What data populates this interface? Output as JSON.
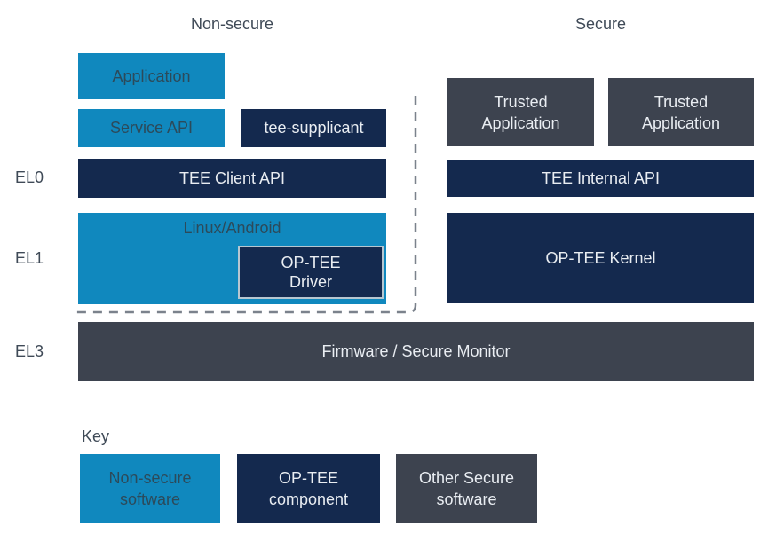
{
  "colors": {
    "non_secure_blue": "#1088be",
    "optee_navy": "#14294e",
    "secure_gray": "#3d434f",
    "dark_text": "#2c4a5a",
    "light_text": "#e9edf2",
    "heading_text": "#3f4a57",
    "dashed_line": "#7b828c",
    "driver_border": "#b7c6d0"
  },
  "headers": {
    "non_secure": "Non-secure",
    "secure": "Secure"
  },
  "exception_levels": [
    "EL0",
    "EL1",
    "EL3"
  ],
  "non_secure_world": {
    "application": "Application",
    "service_api": "Service API",
    "tee_supplicant": "tee-supplicant",
    "tee_client_api": "TEE Client API",
    "os": "Linux/Android",
    "optee_driver": "OP-TEE\nDriver"
  },
  "secure_world": {
    "trusted_app_1": "Trusted\nApplication",
    "trusted_app_2": "Trusted\nApplication",
    "tee_internal_api": "TEE Internal API",
    "optee_kernel": "OP-TEE Kernel"
  },
  "el3_row": {
    "firmware": "Firmware / Secure Monitor"
  },
  "key": {
    "title": "Key",
    "items": [
      {
        "label": "Non-secure\nsoftware",
        "type": "non-secure-software"
      },
      {
        "label": "OP-TEE\ncomponent",
        "type": "optee-component"
      },
      {
        "label": "Other Secure\nsoftware",
        "type": "other-secure-software"
      }
    ]
  }
}
